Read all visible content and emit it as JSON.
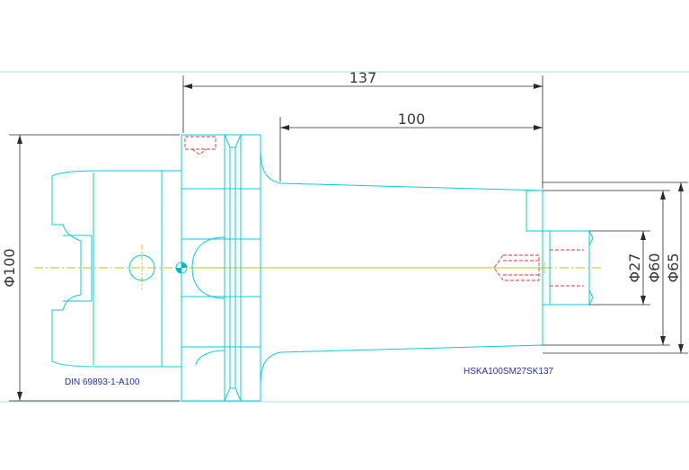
{
  "drawing": {
    "dimensions": {
      "overall_length": "137",
      "extension_length": "100",
      "flange_diameter": "Φ100",
      "bore_diameter": "Φ27",
      "collar_diameter": "Φ60",
      "body_diameter": "Φ65"
    },
    "labels": {
      "standard": "DIN 69893-1-A100",
      "part_number": "HSKA100SM27SK137"
    },
    "colors": {
      "outline": "#00cfe0",
      "dimension": "#2b2b2b",
      "hidden": "#e53030",
      "centerline": "#c8c400",
      "text": "#1f2fb8",
      "frame": "#8fd6d0"
    }
  }
}
